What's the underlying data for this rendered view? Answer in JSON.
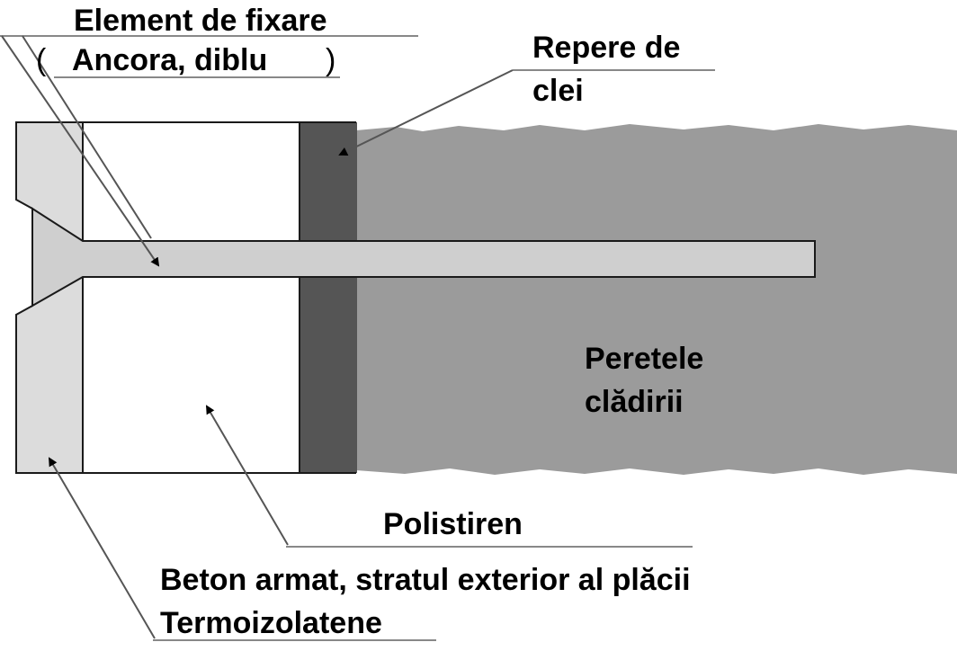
{
  "labels": {
    "fixing_element": "Element de fixare",
    "fixing_element_detail": "Ancora, diblu",
    "paren_open": "(",
    "paren_close": ")",
    "glue_marks_line1": "Repere de",
    "glue_marks_line2": "clei",
    "building_wall_line1": "Peretele",
    "building_wall_line2": "clădirii",
    "polystyrene": "Polistiren",
    "concrete_line1": "Beton armat, stratul exterior al plăcii",
    "concrete_line2": "Termoizolatene"
  },
  "colors": {
    "wall": "#9b9b9b",
    "adhesive": "#555555",
    "insulation": "#ffffff",
    "concrete_layer": "#dcdcdc",
    "anchor": "#cfcfcf",
    "outline": "#1a1a1a",
    "leader_line": "#555555",
    "underline": "#888888",
    "text": "#000000"
  }
}
